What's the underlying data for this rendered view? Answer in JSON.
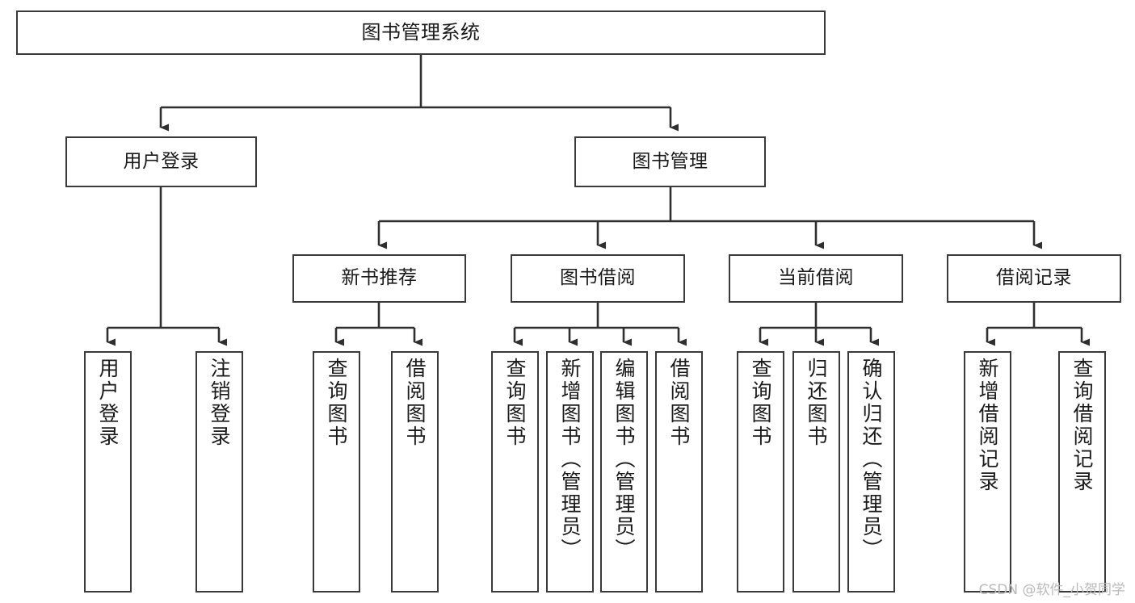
{
  "diagram": {
    "title": "图书管理系统",
    "type": "tree-hierarchy",
    "watermark": "CSDN @软件_小贺同学",
    "colors": {
      "box_border": "#3a3a3a",
      "box_fill": "#ffffff",
      "edge": "#2f2f2f",
      "text": "#1a1a1a",
      "watermark": "#b9b9b9"
    }
  },
  "nodes": {
    "root": {
      "label": "图书管理系统"
    },
    "level2": [
      {
        "label": "用户登录"
      },
      {
        "label": "图书管理"
      }
    ],
    "level3": [
      {
        "label": "新书推荐"
      },
      {
        "label": "图书借阅"
      },
      {
        "label": "当前借阅"
      },
      {
        "label": "借阅记录"
      }
    ],
    "leaves": {
      "user_login": [
        {
          "label": "用户登录"
        },
        {
          "label": "注销登录"
        }
      ],
      "new_book_recommend": [
        {
          "label": "查询图书"
        },
        {
          "label": "借阅图书"
        }
      ],
      "book_borrow": [
        {
          "label": "查询图书"
        },
        {
          "label": "新增图书（管理员）"
        },
        {
          "label": "编辑图书（管理员）"
        },
        {
          "label": "借阅图书"
        }
      ],
      "current_borrow": [
        {
          "label": "查询图书"
        },
        {
          "label": "归还图书"
        },
        {
          "label": "确认归还（管理员）"
        }
      ],
      "borrow_record": [
        {
          "label": "新增借阅记录"
        },
        {
          "label": "查询借阅记录"
        }
      ]
    }
  }
}
